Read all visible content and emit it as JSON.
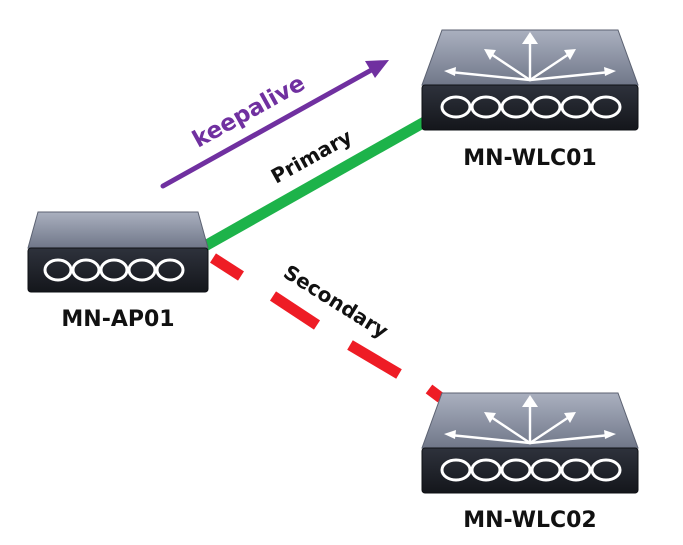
{
  "devices": {
    "ap": {
      "label": "MN-AP01"
    },
    "wlc_primary": {
      "label": "MN-WLC01"
    },
    "wlc_secondary": {
      "label": "MN-WLC02"
    }
  },
  "links": {
    "primary": {
      "label": "Primary",
      "color": "#1db34a",
      "style": "solid"
    },
    "secondary": {
      "label": "Secondary",
      "color": "#ee1c25",
      "style": "dashed"
    }
  },
  "keepalive": {
    "label": "keepalive",
    "color": "#7030a0",
    "icon": "arrow-right-up-icon"
  },
  "icons": {
    "ap": "access-point-icon",
    "wlc": "wireless-lan-controller-icon"
  }
}
